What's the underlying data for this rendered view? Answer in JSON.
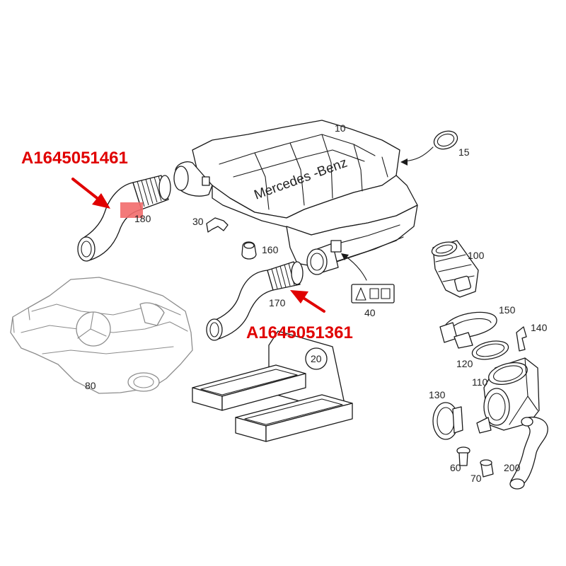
{
  "colors": {
    "highlight": "#e00000",
    "highlight_box": "#f26b6b",
    "line": "#1a1a1a",
    "cover": "#8c8c8c"
  },
  "brand": "Mercedes -Benz",
  "callouts": [
    {
      "id": "upper",
      "part_number": "A1645051461"
    },
    {
      "id": "lower",
      "part_number": "A1645051361"
    }
  ],
  "labels": {
    "p10": "10",
    "p15": "15",
    "p20": "20",
    "p30": "30",
    "p40": "40",
    "p60": "60",
    "p70": "70",
    "p80": "80",
    "p100": "100",
    "p110": "110",
    "p120": "120",
    "p130": "130",
    "p140": "140",
    "p150": "150",
    "p160": "160",
    "p170": "170",
    "p180": "180",
    "p200": "200"
  }
}
